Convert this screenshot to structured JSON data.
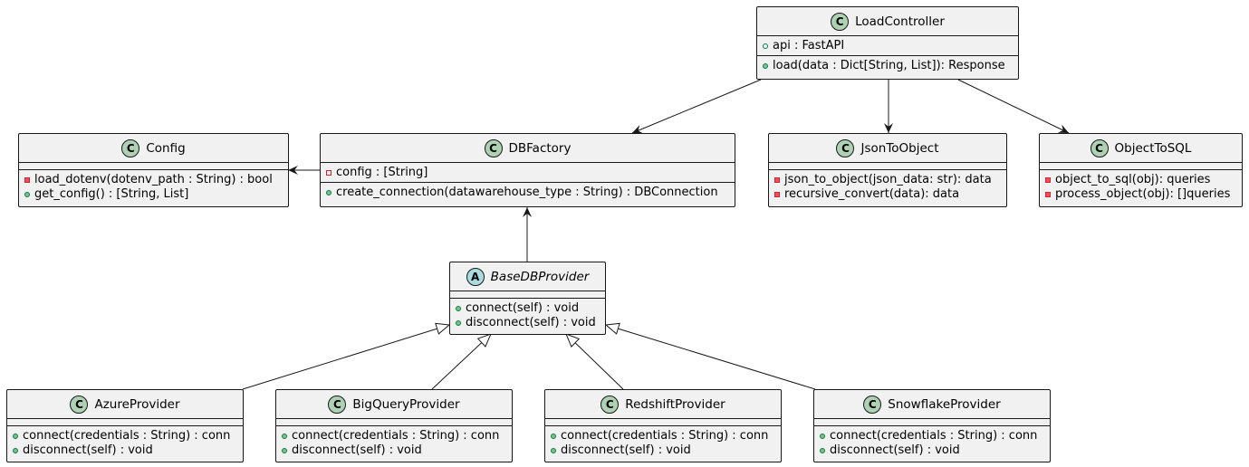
{
  "classes": {
    "load_controller": {
      "badge": "C",
      "name": "LoadController",
      "fields": [
        {
          "vis": "public-hollow",
          "text": "api : FastAPI"
        }
      ],
      "methods": [
        {
          "vis": "public",
          "text": "load(data : Dict[String, List]): Response"
        }
      ]
    },
    "config": {
      "badge": "C",
      "name": "Config",
      "fields": [],
      "methods": [
        {
          "vis": "private",
          "text": "load_dotenv(dotenv_path : String) : bool"
        },
        {
          "vis": "public",
          "text": "get_config() : [String, List]"
        }
      ]
    },
    "db_factory": {
      "badge": "C",
      "name": "DBFactory",
      "fields": [
        {
          "vis": "private-hollow",
          "text": "config : [String]"
        }
      ],
      "methods": [
        {
          "vis": "public",
          "text": "create_connection(datawarehouse_type : String) : DBConnection"
        }
      ]
    },
    "json_to_object": {
      "badge": "C",
      "name": "JsonToObject",
      "fields": [],
      "methods": [
        {
          "vis": "private",
          "text": "json_to_object(json_data: str): data"
        },
        {
          "vis": "private",
          "text": "recursive_convert(data): data"
        }
      ]
    },
    "object_to_sql": {
      "badge": "C",
      "name": "ObjectToSQL",
      "fields": [],
      "methods": [
        {
          "vis": "private",
          "text": "object_to_sql(obj): queries"
        },
        {
          "vis": "private",
          "text": "process_object(obj): []queries"
        }
      ]
    },
    "base_db_provider": {
      "badge": "A",
      "name": "BaseDBProvider",
      "fields": [],
      "methods": [
        {
          "vis": "public",
          "text": "connect(self) : void"
        },
        {
          "vis": "public",
          "text": "disconnect(self) : void"
        }
      ]
    },
    "azure_provider": {
      "badge": "C",
      "name": "AzureProvider",
      "fields": [],
      "methods": [
        {
          "vis": "public",
          "text": "connect(credentials : String) : conn"
        },
        {
          "vis": "public",
          "text": "disconnect(self) : void"
        }
      ]
    },
    "bigquery_provider": {
      "badge": "C",
      "name": "BigQueryProvider",
      "fields": [],
      "methods": [
        {
          "vis": "public",
          "text": "connect(credentials : String) : conn"
        },
        {
          "vis": "public",
          "text": "disconnect(self) : void"
        }
      ]
    },
    "redshift_provider": {
      "badge": "C",
      "name": "RedshiftProvider",
      "fields": [],
      "methods": [
        {
          "vis": "public",
          "text": "connect(credentials : String) : conn"
        },
        {
          "vis": "public",
          "text": "disconnect(self) : void"
        }
      ]
    },
    "snowflake_provider": {
      "badge": "C",
      "name": "SnowflakeProvider",
      "fields": [],
      "methods": [
        {
          "vis": "public",
          "text": "connect(credentials : String) : conn"
        },
        {
          "vis": "public",
          "text": "disconnect(self) : void"
        }
      ]
    }
  },
  "relations": [
    {
      "from": "load_controller",
      "to": "db_factory",
      "kind": "association"
    },
    {
      "from": "load_controller",
      "to": "json_to_object",
      "kind": "association"
    },
    {
      "from": "load_controller",
      "to": "object_to_sql",
      "kind": "association"
    },
    {
      "from": "db_factory",
      "to": "config",
      "kind": "association"
    },
    {
      "from": "base_db_provider",
      "to": "db_factory",
      "kind": "association"
    },
    {
      "from": "azure_provider",
      "to": "base_db_provider",
      "kind": "inheritance"
    },
    {
      "from": "bigquery_provider",
      "to": "base_db_provider",
      "kind": "inheritance"
    },
    {
      "from": "redshift_provider",
      "to": "base_db_provider",
      "kind": "inheritance"
    },
    {
      "from": "snowflake_provider",
      "to": "base_db_provider",
      "kind": "inheritance"
    }
  ],
  "colors": {
    "class_fill": "#f1f1f1",
    "border": "#181818",
    "class_badge": "#add1b2",
    "abstract_badge": "#a9dcdf",
    "public_fill": "#84be84",
    "private_fill": "#f24d5c"
  }
}
